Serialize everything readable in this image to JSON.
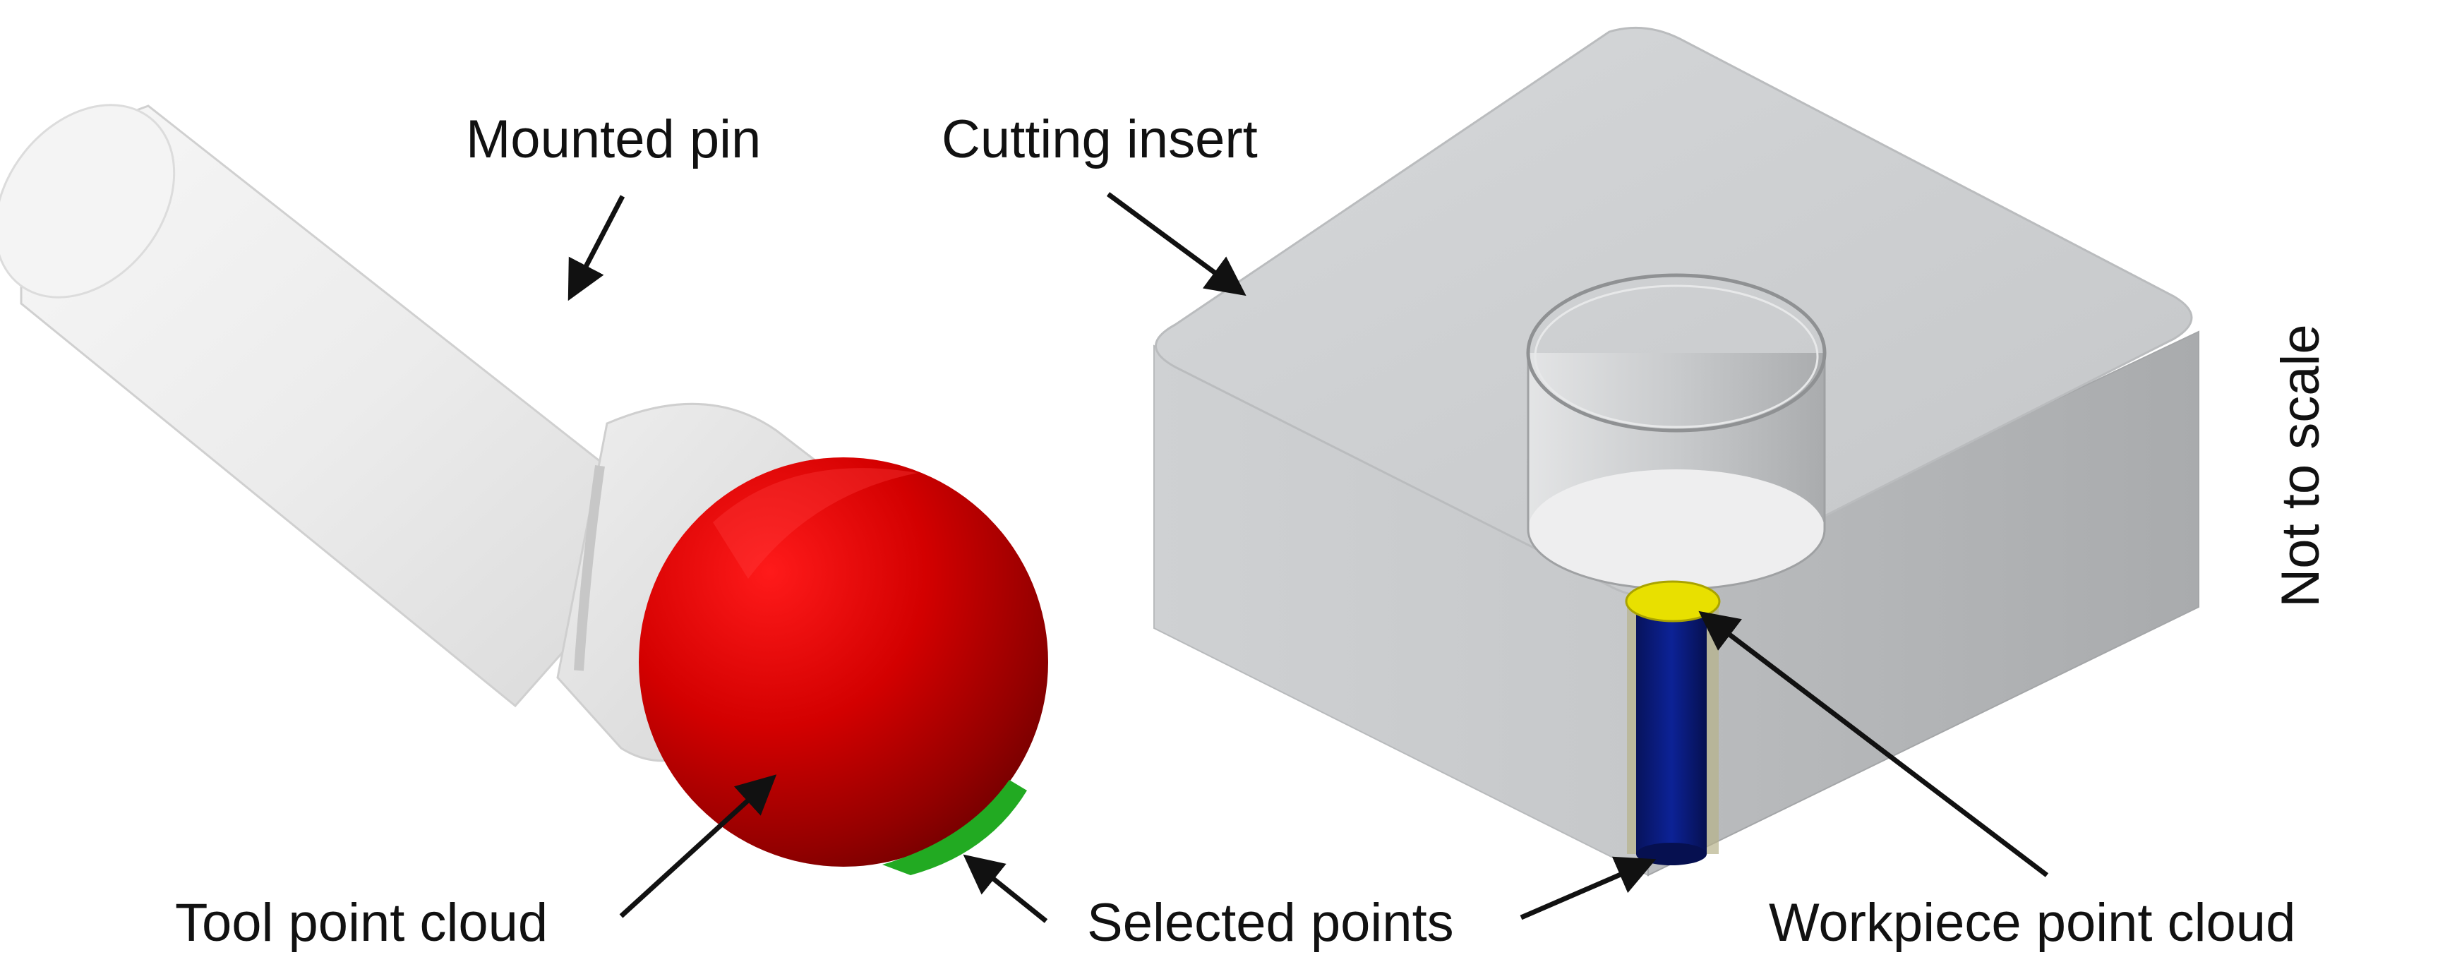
{
  "labels": {
    "mounted_pin": "Mounted pin",
    "cutting_insert": "Cutting insert",
    "tool_point_cloud": "Tool point cloud",
    "selected_points": "Selected points",
    "workpiece_point_cloud": "Workpiece point cloud",
    "not_to_scale": "Not to scale"
  },
  "colors": {
    "tool_point_cloud": "#e00000",
    "selected_points_tool": "#22aa22",
    "selected_points_workpiece": "#e8e000",
    "workpiece_point_cloud": "#0a1f8a",
    "insert_body": "#cfd1d3",
    "pin_body": "#ececec"
  }
}
